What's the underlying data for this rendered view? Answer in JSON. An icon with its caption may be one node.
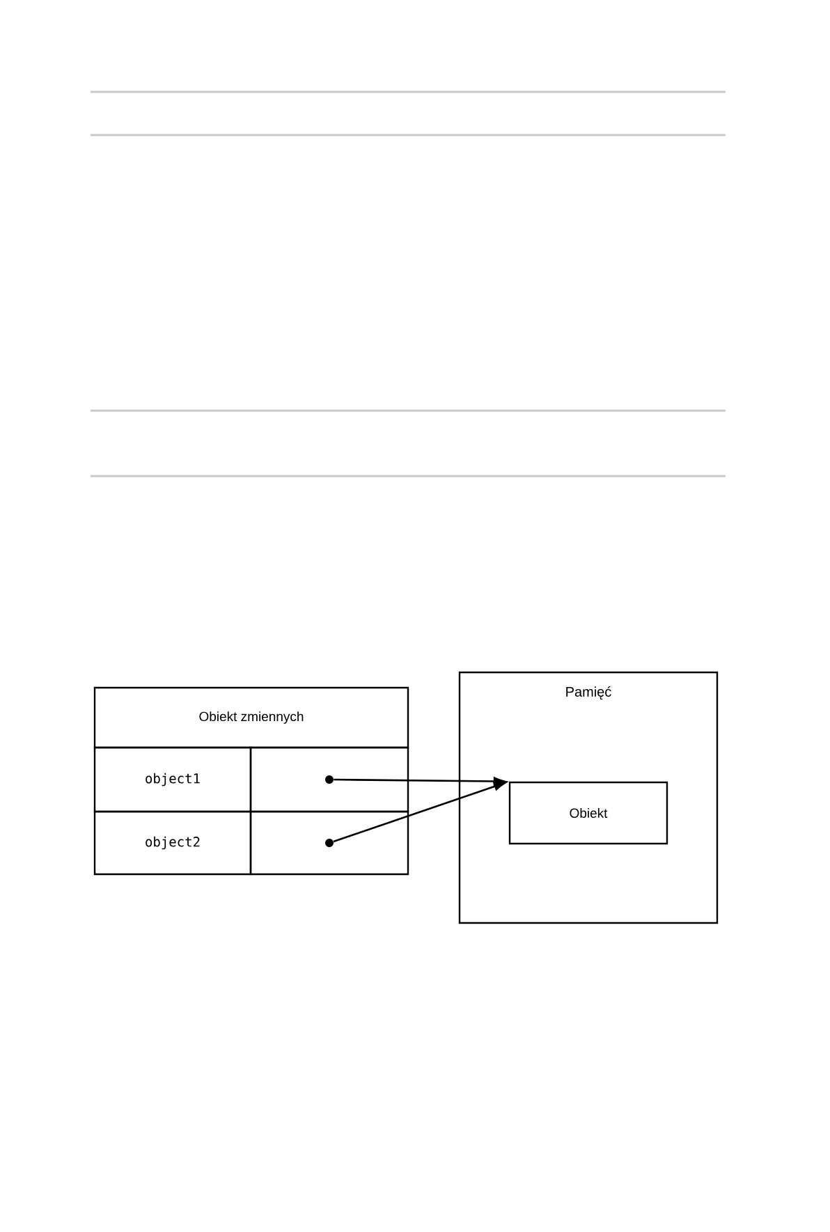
{
  "diagram": {
    "nodes": [
      {
        "text": [
          "Obiekt zmiennych"
        ]
      },
      {
        "text": [
          "object1"
        ]
      },
      {
        "text": [],
        "shape": "box"
      },
      {
        "text": [],
        "shape": "circle",
        "in": 2
      },
      {
        "text": [
          "object2"
        ]
      },
      {
        "text": [],
        "shape": "box"
      },
      {
        "text": [],
        "shape": "circle",
        "in": 5
      },
      {
        "text": [
          "Pamięć"
        ]
      },
      {
        "text": [
          "Obiekt"
        ],
        "in": 7
      }
    ],
    "edges": [
      {
        "from": 3,
        "to": 8,
        "arrow": "to"
      },
      {
        "from": 6,
        "to": 8,
        "arrow": "to"
      }
    ]
  }
}
